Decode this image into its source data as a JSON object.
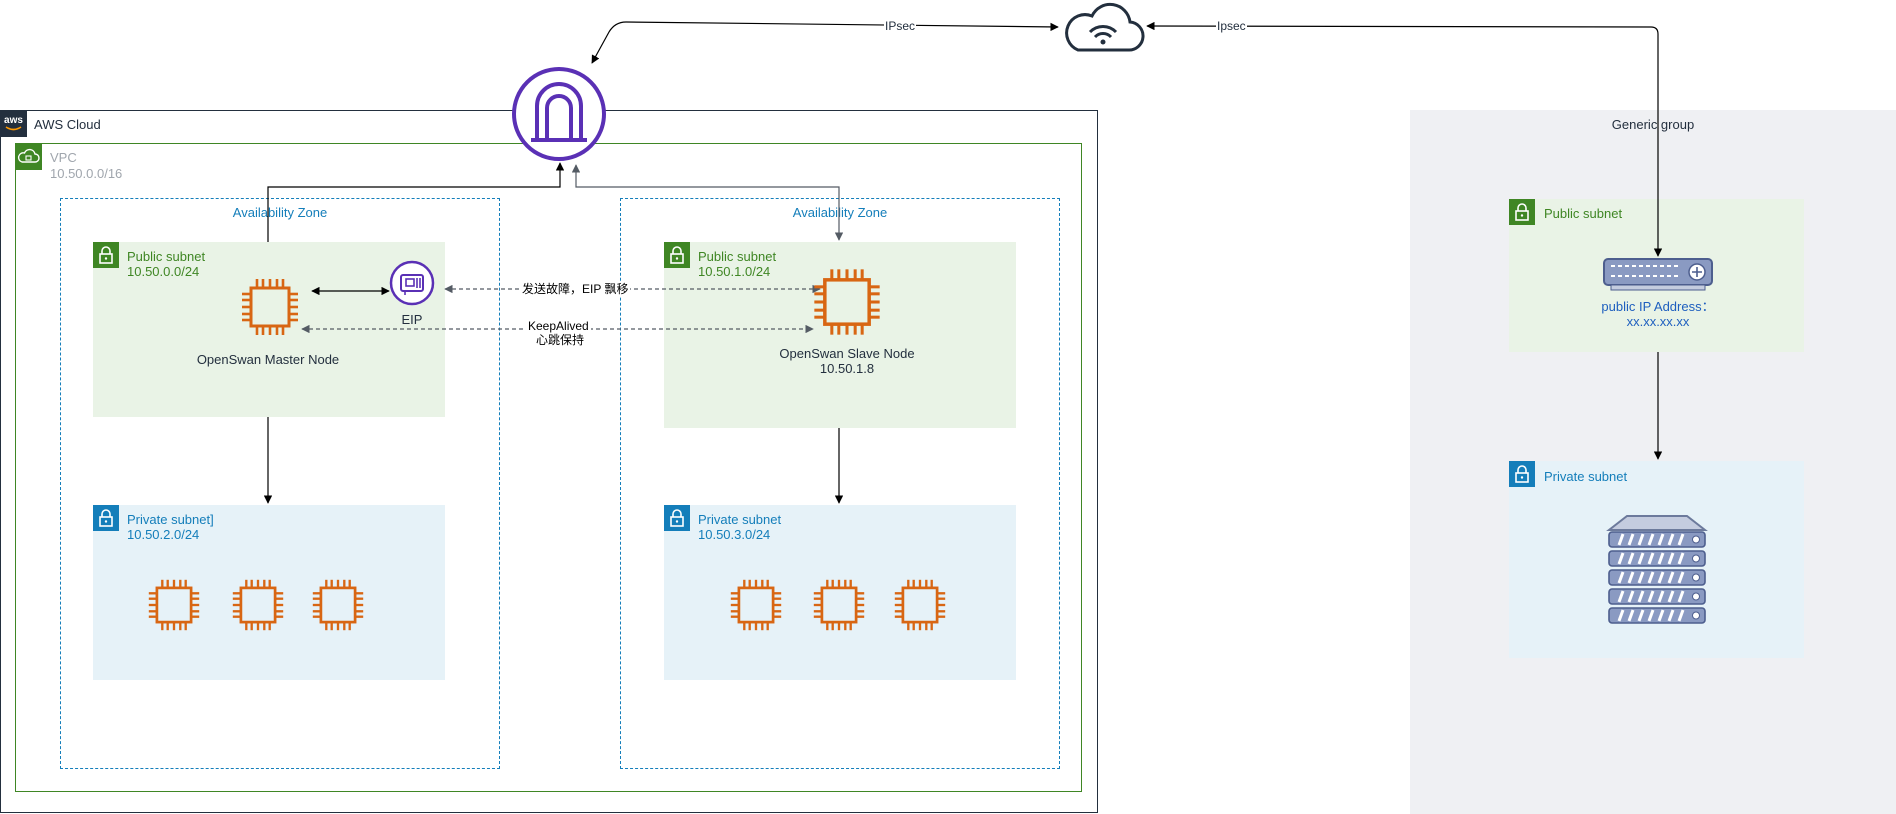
{
  "aws_cloud": {
    "label": "AWS Cloud"
  },
  "vpc": {
    "label": "VPC",
    "cidr": "10.50.0.0/16"
  },
  "az_left": {
    "label": "Availability Zone"
  },
  "az_right": {
    "label": "Availability Zone"
  },
  "pub_left": {
    "label": "Public subnet",
    "cidr": "10.50.0.0/24"
  },
  "pub_right": {
    "label": "Public subnet",
    "cidr": "10.50.1.0/24"
  },
  "priv_left": {
    "label": "Private subnet]",
    "cidr": "10.50.2.0/24"
  },
  "priv_right": {
    "label": "Private subnet",
    "cidr": "10.50.3.0/24"
  },
  "master_node": {
    "label": "OpenSwan Master Node"
  },
  "slave_node": {
    "label": "OpenSwan Slave Node",
    "ip": "10.50.1.8"
  },
  "eip": {
    "label": "EIP"
  },
  "edges": {
    "failover": "发送故障，EIP 飘移",
    "keepalived_line1": "KeepAlived",
    "keepalived_line2": "心跳保持",
    "ipsec_left": "IPsec",
    "ipsec_right": "Ipsec"
  },
  "generic_group": {
    "label": "Generic group"
  },
  "remote_pub": {
    "label": "Public subnet"
  },
  "remote_priv": {
    "label": "Private subnet"
  },
  "router": {
    "label_line1": "public IP Address：",
    "label_line2": "xx.xx.xx.xx"
  },
  "colors": {
    "aws_border": "#232f3e",
    "vpc_green": "#3f8624",
    "az_blue": "#147eba",
    "public_fill": "#e9f3e6",
    "private_fill": "#e6f2f8",
    "ec2_orange": "#d86613",
    "gateway_purple": "#5a30b5",
    "generic_fill": "#eff0f3",
    "router_blue": "#1e5fbf",
    "server_slate": "#6c7a9c"
  },
  "icons": {
    "aws_logo": "aws-logo-icon",
    "vpc": "vpc-cloud-icon",
    "lock": "lock-icon",
    "ec2": "ec2-instance-icon",
    "eip": "elastic-ip-icon",
    "vpn_gateway": "vpn-gateway-icon",
    "internet": "internet-cloud-icon",
    "router": "router-icon",
    "server": "server-rack-icon"
  }
}
